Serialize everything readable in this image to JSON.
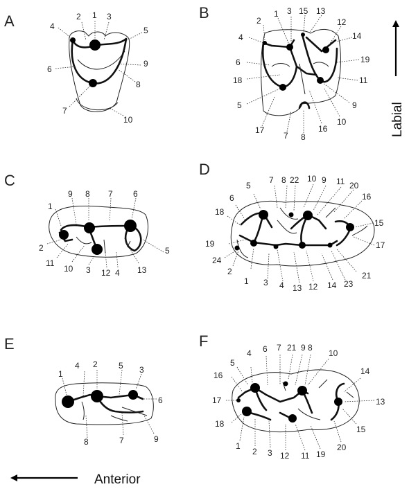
{
  "panels": {
    "A": {
      "letter": "A",
      "labels": [
        "1",
        "2",
        "3",
        "4",
        "5",
        "6",
        "7",
        "8",
        "9",
        "10"
      ]
    },
    "B": {
      "letter": "B",
      "labels": [
        "1",
        "2",
        "3",
        "4",
        "5",
        "6",
        "7",
        "8",
        "9",
        "10",
        "11",
        "12",
        "13",
        "14",
        "15",
        "16",
        "17",
        "18",
        "19"
      ]
    },
    "C": {
      "letter": "C",
      "labels": [
        "1",
        "2",
        "3",
        "4",
        "5",
        "6",
        "7",
        "8",
        "9",
        "10",
        "11",
        "12",
        "13"
      ]
    },
    "D": {
      "letter": "D",
      "labels": [
        "1",
        "2",
        "3",
        "4",
        "5",
        "6",
        "7",
        "8",
        "9",
        "10",
        "11",
        "12",
        "13",
        "14",
        "15",
        "16",
        "17",
        "18",
        "19",
        "20",
        "21",
        "22",
        "23",
        "24"
      ]
    },
    "E": {
      "letter": "E",
      "labels": [
        "1",
        "2",
        "3",
        "4",
        "5",
        "6",
        "7",
        "8",
        "9"
      ]
    },
    "F": {
      "letter": "F",
      "labels": [
        "1",
        "2",
        "3",
        "4",
        "5",
        "6",
        "7",
        "8",
        "9",
        "10",
        "11",
        "12",
        "13",
        "14",
        "15",
        "16",
        "17",
        "18",
        "19",
        "20",
        "21"
      ]
    }
  },
  "orientation": {
    "labial": "Labial",
    "anterior": "Anterior"
  }
}
